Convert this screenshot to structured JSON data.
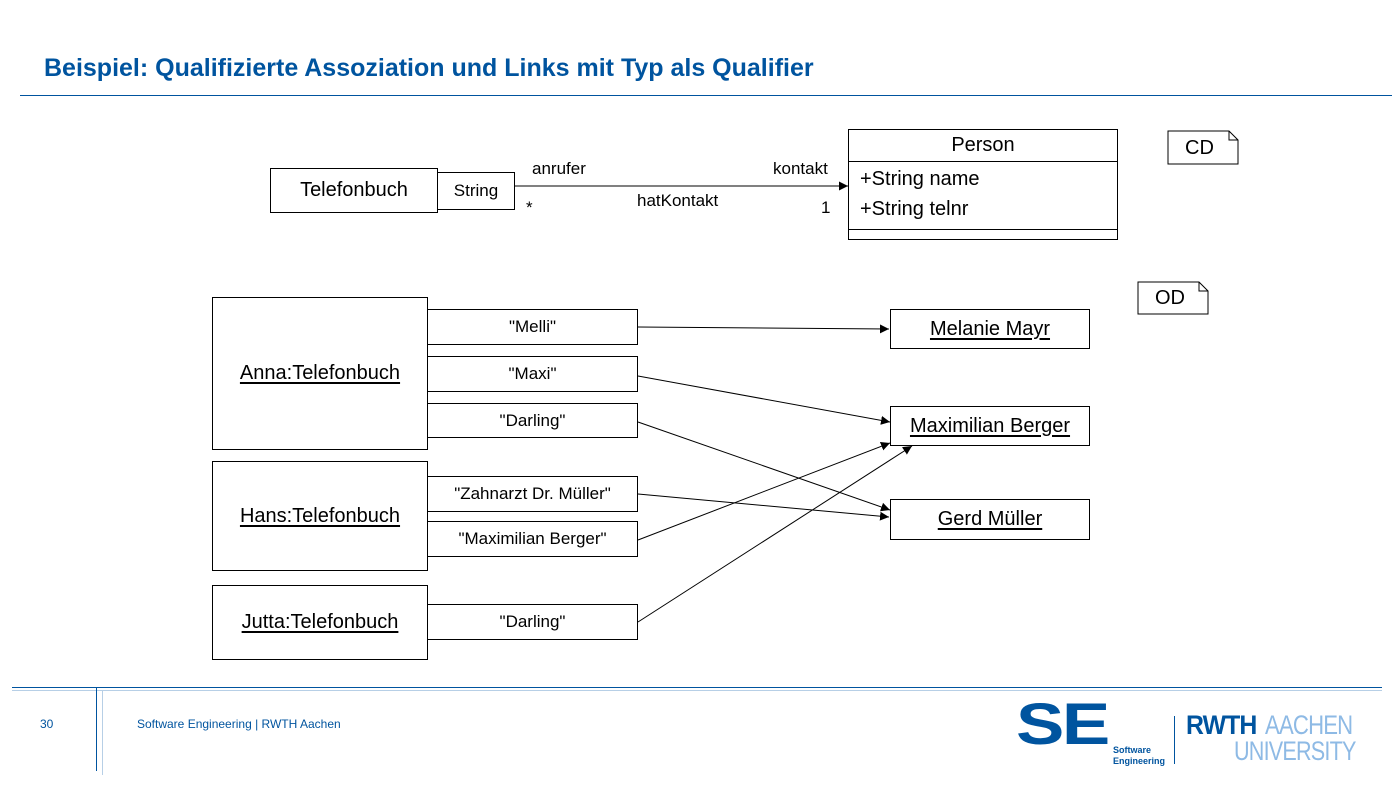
{
  "slide": {
    "title": "Beispiel: Qualifizierte Assoziation und Links mit Typ als Qualifier",
    "page_number": "30",
    "footer_text": "Software Engineering | RWTH Aachen",
    "accent_color": "#00549f"
  },
  "cd": {
    "tag": "CD",
    "source_class": "Telefonbuch",
    "qualifier": "String",
    "target_class": "Person",
    "attributes": [
      "+String name",
      "+String telnr"
    ],
    "role_source": "anrufer",
    "role_target": "kontakt",
    "association": "hatKontakt",
    "mult_source": "*",
    "mult_target": "1"
  },
  "od": {
    "tag": "OD",
    "sources": [
      "Anna:Telefonbuch",
      "Hans:Telefonbuch",
      "Jutta:Telefonbuch"
    ],
    "qualifiers": [
      "\"Melli\"",
      "\"Maxi\"",
      "\"Darling\"",
      "\"Zahnarzt Dr. Müller\"",
      "\"Maximilian Berger\"",
      "\"Darling\""
    ],
    "targets": [
      "Melanie Mayr",
      "Maximilian Berger",
      "Gerd Müller"
    ]
  },
  "logos": {
    "se_letters": "SE",
    "se_sub_1": "Software",
    "se_sub_2": "Engineering",
    "rwth_1": "RWTH",
    "rwth_2": "AACHEN",
    "rwth_3": "UNIVERSITY",
    "dark_blue": "#00549f",
    "light_blue": "#8ebae5"
  }
}
